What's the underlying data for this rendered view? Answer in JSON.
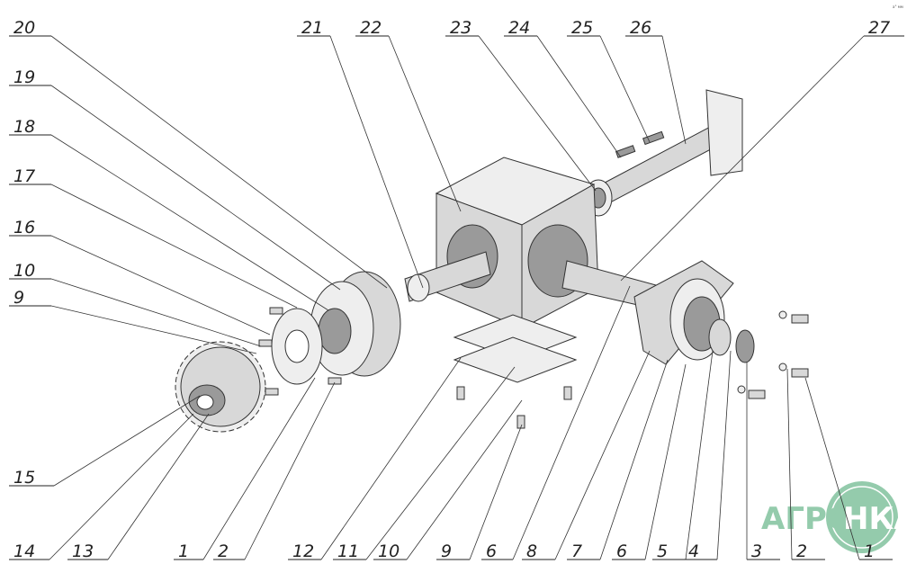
{
  "callouts_left": [
    "20",
    "19",
    "18",
    "17",
    "16",
    "10",
    "9"
  ],
  "callouts_top": [
    "21",
    "22",
    "23",
    "24",
    "25",
    "26",
    "27"
  ],
  "callouts_bottom": [
    "15",
    "14",
    "13",
    "1",
    "2",
    "12",
    "11",
    "10",
    "9",
    "6",
    "8",
    "7",
    "6",
    "5",
    "4",
    "3",
    "2",
    "1"
  ],
  "logo": {
    "text": "АГРОНКА",
    "color": "#8fc9a8"
  },
  "corner_note": "а° мм"
}
